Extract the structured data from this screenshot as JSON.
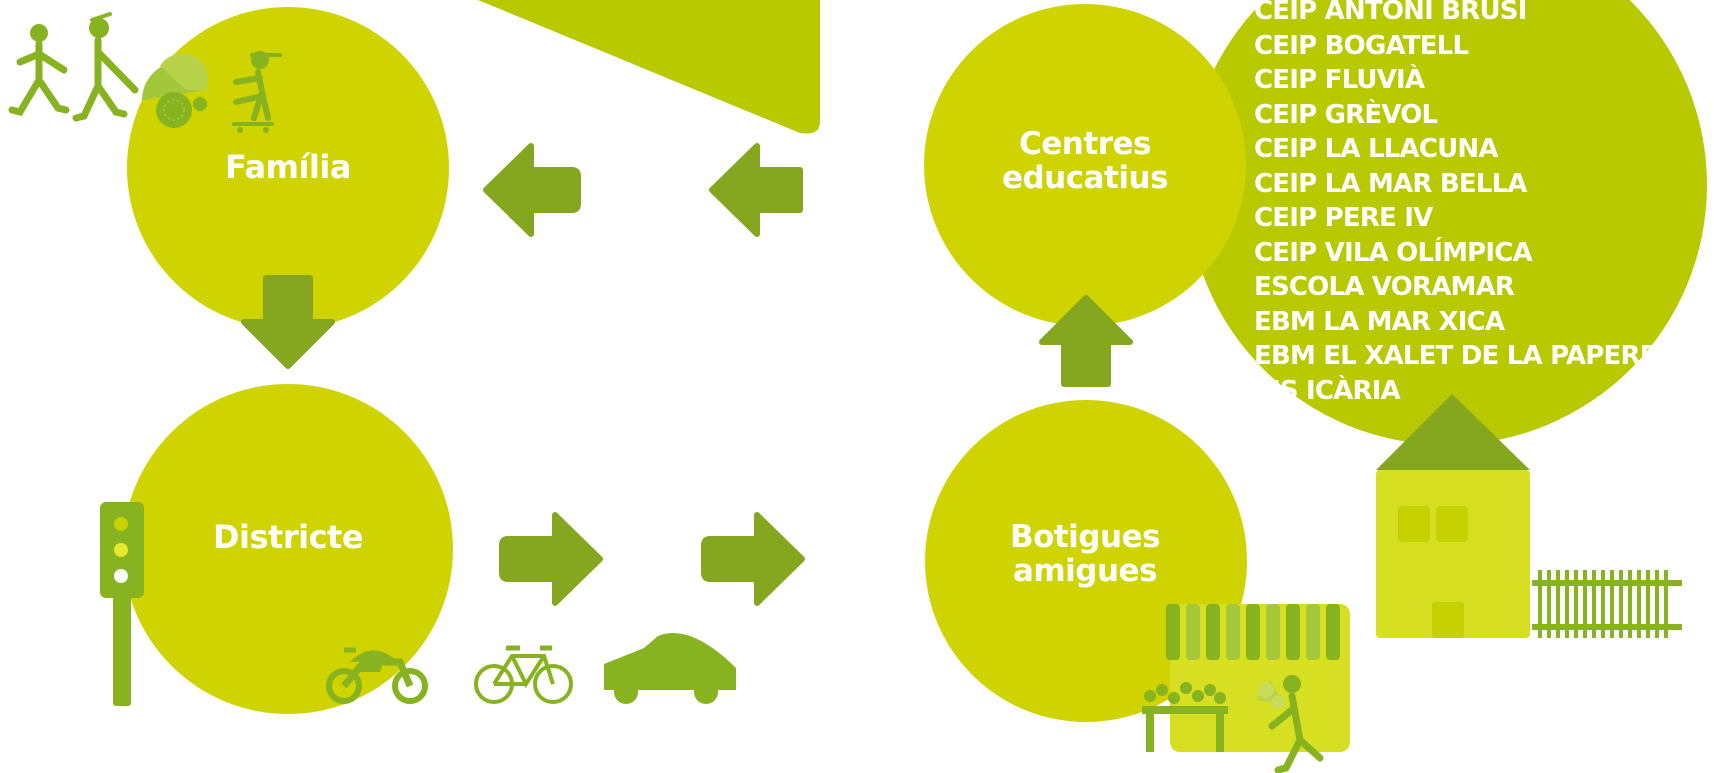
{
  "colors": {
    "circle_light": "#cfd300",
    "circle_big": "#b8c900",
    "arrow": "#84a71f",
    "icon": "#86b31f",
    "yellow": "#d7df23",
    "text": "#ffffff"
  },
  "nodes": {
    "familia": "Família",
    "districte": "Districte",
    "centres_line1": "Centres",
    "centres_line2": "educatius",
    "botigues_line1": "Botigues",
    "botigues_line2": "amigues"
  },
  "schools": [
    "CEIP ANTONI BRUSI",
    "CEIP BOGATELL",
    "CEIP FLUVIÀ",
    "CEIP GRÈVOL",
    "CEIP LA LLACUNA",
    "CEIP LA MAR BELLA",
    "CEIP PERE IV",
    "CEIP VILA OLÍMPICA",
    "ESCOLA VORAMAR",
    "EBM LA MAR XICA",
    "EBM EL XALET DE LA PAPERERA",
    "IES ICÀRIA"
  ],
  "icons": [
    "walking-girl-icon",
    "walking-adult-icon",
    "stroller-icon",
    "skateboard-kid-icon",
    "traffic-light-icon",
    "motorbike-icon",
    "bicycle-icon",
    "car-icon",
    "house-icon",
    "fence-icon",
    "shop-awning-icon",
    "flower-stand-icon",
    "flower-vendor-icon"
  ]
}
